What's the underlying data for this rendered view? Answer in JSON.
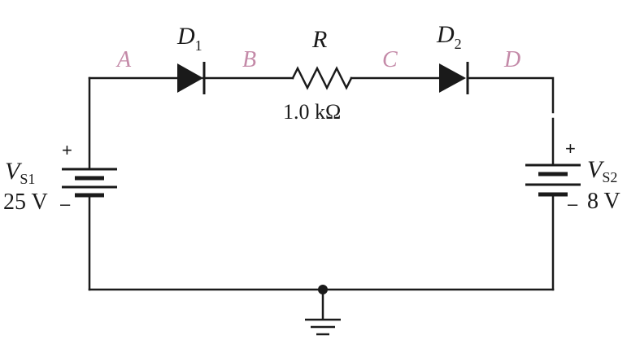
{
  "nodes": {
    "a": "A",
    "b": "B",
    "c": "C",
    "d": "D"
  },
  "d1": {
    "letter": "D",
    "sub": "1"
  },
  "d2": {
    "letter": "D",
    "sub": "2"
  },
  "resistor": {
    "name": "R",
    "value": "1.0 kΩ"
  },
  "vs1": {
    "letter": "V",
    "sub": "S1",
    "value": "25 V",
    "plus": "+",
    "minus": "–"
  },
  "vs2": {
    "letter": "V",
    "sub": "S2",
    "value": "8 V",
    "plus": "+",
    "minus": "–"
  },
  "colors": {
    "wire": "#1a1a1a",
    "node_label": "#c48aa8",
    "background": "#ffffff"
  }
}
